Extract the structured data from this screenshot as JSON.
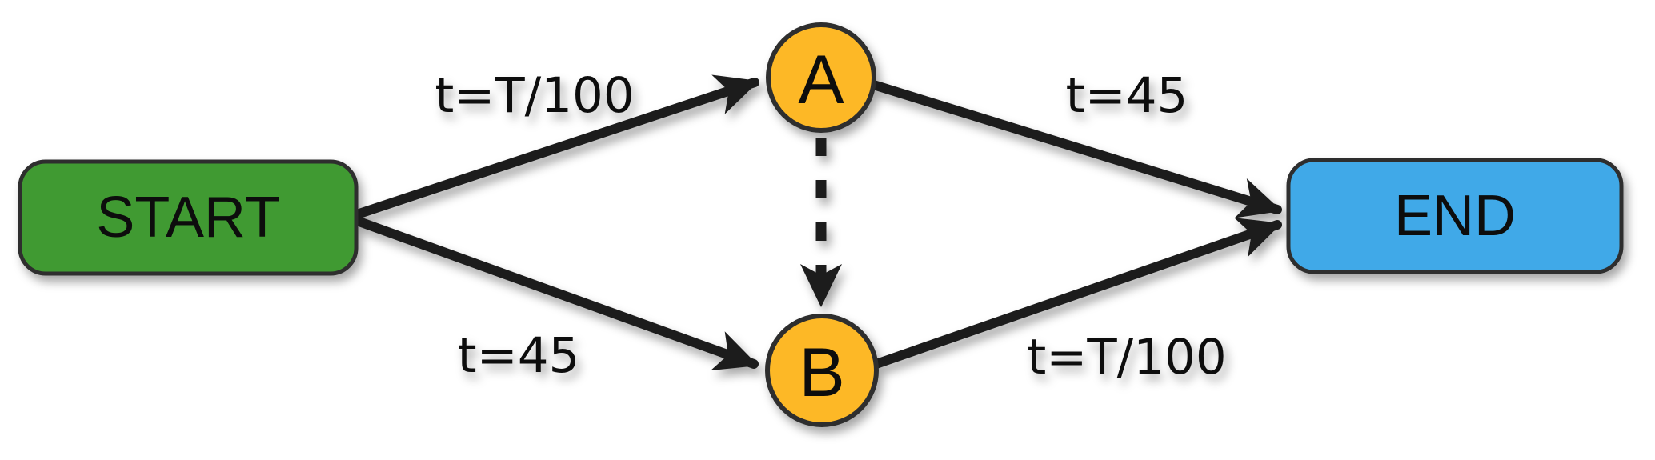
{
  "diagram": {
    "background": "#ffffff",
    "node_stroke": "#2e2e2e",
    "edge_color": "#1b1b1b",
    "nodes": {
      "start": {
        "label": "START",
        "fill": "#419a31",
        "shape": "rounded-rect"
      },
      "a": {
        "label": "A",
        "fill": "#fdb827",
        "shape": "circle"
      },
      "b": {
        "label": "B",
        "fill": "#fdb827",
        "shape": "circle"
      },
      "end": {
        "label": "END",
        "fill": "#3fa9e8",
        "shape": "rounded-rect"
      }
    },
    "edges": {
      "start_to_a": {
        "from": "start",
        "to": "a",
        "label": "t=T/100",
        "style": "solid"
      },
      "start_to_b": {
        "from": "start",
        "to": "b",
        "label": "t=45",
        "style": "solid"
      },
      "a_to_end": {
        "from": "a",
        "to": "end",
        "label": "t=45",
        "style": "solid"
      },
      "b_to_end": {
        "from": "b",
        "to": "end",
        "label": "t=T/100",
        "style": "solid"
      },
      "a_to_b": {
        "from": "a",
        "to": "b",
        "label": "",
        "style": "dashed"
      }
    }
  }
}
